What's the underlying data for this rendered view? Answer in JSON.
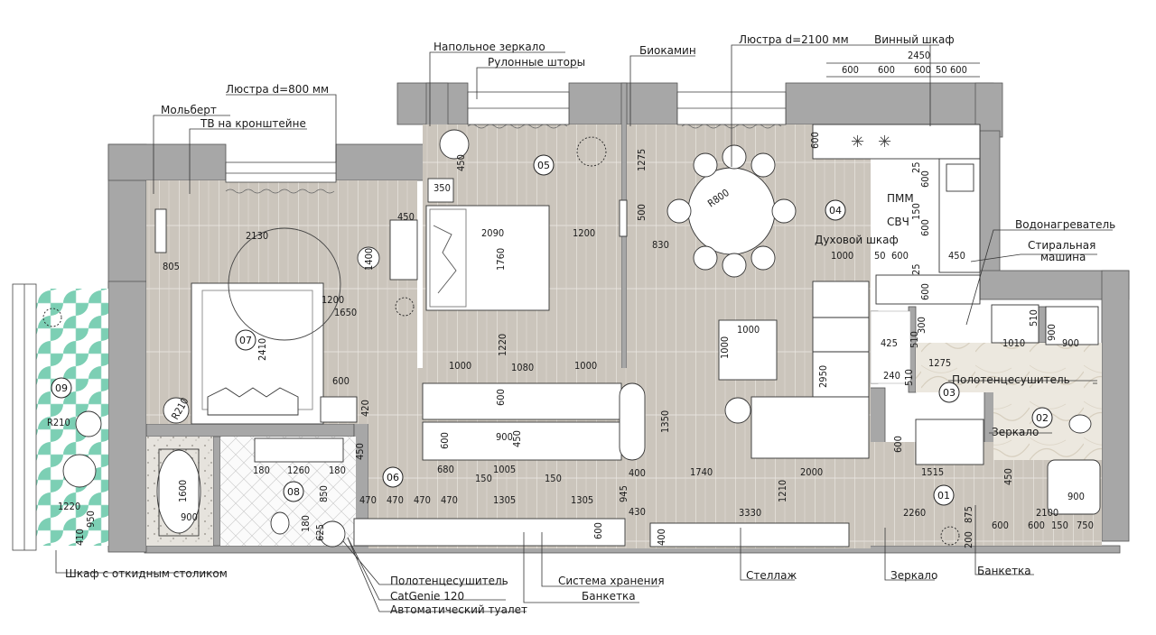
{
  "labels": {
    "mirror_floor": "Напольное зеркало",
    "roller_blinds": "Рулонные шторы",
    "biofireplace": "Биокамин",
    "chandelier_d2100": "Люстра  d=2100 мм",
    "wine_cabinet": "Винный шкаф",
    "chandelier_d800": "Люстра d=800 мм",
    "easel": "Мольберт",
    "tv_bracket": "ТВ на кронштейне",
    "water_heater": "Водонагреватель",
    "washing_machine_1": "Стиральная",
    "washing_machine_2": "машина",
    "towel_dryer_right": "Полотенцесушитель",
    "mirror_right": "Зеркало",
    "pmm": "ПММ",
    "microwave": "СВЧ",
    "oven": "Духовой шкаф",
    "cabinet_folding_table": "Шкаф с откидным столиком",
    "towel_dryer_bottom": "Полотенцесушитель",
    "catgenie": "CatGenie 120",
    "auto_toilet": "Автоматический туалет",
    "storage_system": "Система хранения",
    "bench_bottom": "Банкетка",
    "shelving": "Стеллаж",
    "mirror_bottom": "Зеркало",
    "bench_right": "Банкетка"
  },
  "rooms": {
    "r01": "01",
    "r02": "02",
    "r03": "03",
    "r04": "04",
    "r05": "05",
    "r06": "06",
    "r07": "07",
    "r08": "08",
    "r09": "09"
  },
  "dims": {
    "k2450": "2450",
    "k600a": "600",
    "k600b": "600",
    "k600c": "600",
    "k50": "50",
    "k600d": "600",
    "d2130": "2130",
    "d805": "805",
    "d1400": "1400",
    "d1200a": "1200",
    "d1650": "1650",
    "d2410": "2410",
    "d600a": "600",
    "dR210": "R210",
    "d450a": "450",
    "d350": "350",
    "d450b": "450",
    "d2090": "2090",
    "d1200b": "1200",
    "d1760": "1760",
    "d1275a": "1275",
    "d500": "500",
    "d830": "830",
    "dR800": "R800",
    "d600v": "600",
    "d25": "25",
    "d600w": "600",
    "d150a": "150",
    "d600x": "600",
    "d1000a": "1000",
    "d50b": "50",
    "d600y": "600",
    "d25b": "25",
    "d600z": "600",
    "d450c": "450",
    "d1000b": "1000",
    "d1000c": "1000",
    "d2950": "2950",
    "d300": "300",
    "d425": "425",
    "d240": "240",
    "d510a": "510",
    "d510b": "510",
    "d1010": "1010",
    "d900a": "900",
    "d510c": "510",
    "d1275b": "1275",
    "d900b": "900",
    "d1000d": "1000",
    "d1080": "1080",
    "d1000e": "1000",
    "d1220": "1220",
    "d600b": "600",
    "d420": "420",
    "d600c": "600",
    "d900c": "900",
    "d450d": "450",
    "d1350": "1350",
    "d680": "680",
    "d1005": "1005",
    "d150b": "150",
    "d150c": "150",
    "d945": "945",
    "d400a": "400",
    "d1740": "1740",
    "d2000": "2000",
    "d1515": "1515",
    "d1210": "1210",
    "d450e": "450",
    "d600d": "600",
    "d180a": "180",
    "d1260": "1260",
    "d180b": "180",
    "d1600": "1600",
    "d850": "850",
    "d900d": "900",
    "d180c": "180",
    "d625": "625",
    "d450f": "450",
    "d470a": "470",
    "d470b": "470",
    "d470c": "470",
    "d470d": "470",
    "d1305a": "1305",
    "d1305b": "1305",
    "d430": "430",
    "d600e": "600",
    "d3330": "3330",
    "d2260": "2260",
    "d875": "875",
    "d2100": "2100",
    "d600f": "600",
    "d600g": "600",
    "d150d": "150",
    "d750": "750",
    "d900e": "900",
    "d200": "200",
    "d400b": "400",
    "d1220b": "1220",
    "d950": "950",
    "d410": "410",
    "dR210b": "R210"
  },
  "colors": {
    "wall": "#a7a7a7",
    "floor": "#cbc5bc",
    "floor_line": "#e9e6e0",
    "tile_green": "#7ccfb4",
    "line": "#2a2a2a"
  }
}
